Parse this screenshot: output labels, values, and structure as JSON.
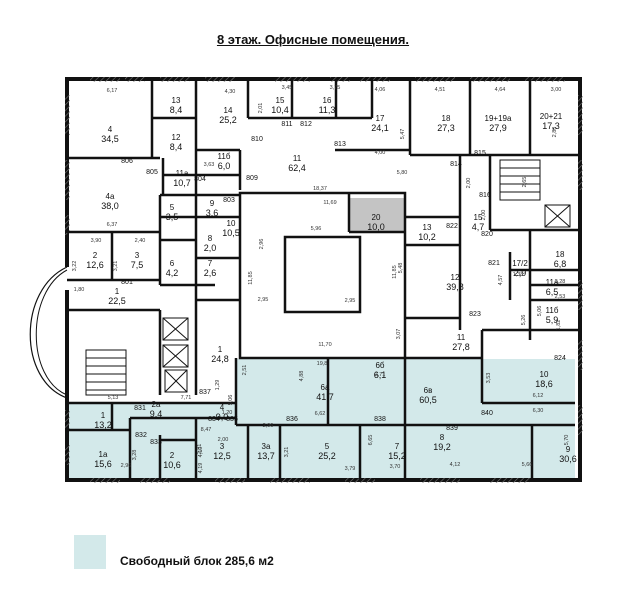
{
  "title": "8 этаж. Офисные помещения.",
  "colors": {
    "free": "#d3e9ea",
    "wall": "#111111",
    "hatch": "#888888",
    "grey": "#c4c4c4"
  },
  "legend": {
    "label": "Свободный блок 285,6 м2"
  },
  "rooms": [
    {
      "id": "r4",
      "num": "4",
      "area": "34,5"
    },
    {
      "id": "r13",
      "num": "13",
      "area": "8,4"
    },
    {
      "id": "r12",
      "num": "12",
      "area": "8,4"
    },
    {
      "id": "r14",
      "num": "14",
      "area": "25,2"
    },
    {
      "id": "r15",
      "num": "15",
      "area": "10,4"
    },
    {
      "id": "r16",
      "num": "16",
      "area": "11,3"
    },
    {
      "id": "r17",
      "num": "17",
      "area": "24,1"
    },
    {
      "id": "r18",
      "num": "18",
      "area": "27,3"
    },
    {
      "id": "r1919a",
      "num": "19+19а",
      "area": "27,9"
    },
    {
      "id": "r2021",
      "num": "20+21",
      "area": "17,3"
    },
    {
      "id": "r11a",
      "num": "11а",
      "area": "10,7"
    },
    {
      "id": "r11b",
      "num": "11б",
      "area": "6,0"
    },
    {
      "id": "r11",
      "num": "11",
      "area": "62,4"
    },
    {
      "id": "r4a",
      "num": "4а",
      "area": "38,0"
    },
    {
      "id": "r5",
      "num": "5",
      "area": "3,5"
    },
    {
      "id": "r9",
      "num": "9",
      "area": "3,6"
    },
    {
      "id": "r10",
      "num": "10",
      "area": "10,5"
    },
    {
      "id": "r20g",
      "num": "20",
      "area": "10,0"
    },
    {
      "id": "r13b",
      "num": "13",
      "area": "10,2"
    },
    {
      "id": "r15b",
      "num": "15",
      "area": "4,7"
    },
    {
      "id": "r2",
      "num": "2",
      "area": "12,6"
    },
    {
      "id": "r3",
      "num": "3",
      "area": "7,5"
    },
    {
      "id": "r6",
      "num": "6",
      "area": "4,2"
    },
    {
      "id": "r7",
      "num": "7",
      "area": "2,6"
    },
    {
      "id": "r8",
      "num": "8",
      "area": "2,0"
    },
    {
      "id": "r12b",
      "num": "12",
      "area": "39,8"
    },
    {
      "id": "r172",
      "num": "17/2",
      "area": "2,9"
    },
    {
      "id": "r18b",
      "num": "18",
      "area": "6,8"
    },
    {
      "id": "r11ab",
      "num": "11а",
      "area": "6,5"
    },
    {
      "id": "r11bb",
      "num": "11б",
      "area": "5,9"
    },
    {
      "id": "r1",
      "num": "1",
      "area": "22,5"
    },
    {
      "id": "r1b",
      "num": "1",
      "area": "24,8"
    },
    {
      "id": "r11c",
      "num": "11",
      "area": "27,8"
    },
    {
      "id": "r10b",
      "num": "10",
      "area": "18,6"
    },
    {
      "id": "r6b",
      "num": "6б",
      "area": "6,1"
    },
    {
      "id": "r6a",
      "num": "6а",
      "area": "41,7"
    },
    {
      "id": "r6v",
      "num": "6в",
      "area": "60,5"
    },
    {
      "id": "r1f",
      "num": "1",
      "area": "13,2"
    },
    {
      "id": "r2a",
      "num": "2а",
      "area": "9,4"
    },
    {
      "id": "r4f",
      "num": "4",
      "area": "9,0"
    },
    {
      "id": "r1a",
      "num": "1а",
      "area": "15,6"
    },
    {
      "id": "r2f",
      "num": "2",
      "area": "10,6"
    },
    {
      "id": "r3f",
      "num": "3",
      "area": "12,5"
    },
    {
      "id": "r3a",
      "num": "3а",
      "area": "13,7"
    },
    {
      "id": "r5f",
      "num": "5",
      "area": "25,2"
    },
    {
      "id": "r7f",
      "num": "7",
      "area": "15,2"
    },
    {
      "id": "r8f",
      "num": "8",
      "area": "19,2"
    },
    {
      "id": "r9f",
      "num": "9",
      "area": "30,6"
    }
  ],
  "door_labels": [
    "806",
    "805",
    "804",
    "803",
    "801",
    "809",
    "810",
    "811",
    "812",
    "813",
    "814",
    "815",
    "816",
    "820",
    "821",
    "822",
    "823",
    "824",
    "831",
    "832",
    "833",
    "834",
    "835",
    "836",
    "837",
    "838",
    "839",
    "840"
  ],
  "dimensions": [
    "6,17",
    "4,30",
    "3,45",
    "3,75",
    "4,06",
    "4,51",
    "4,64",
    "3,00",
    "5,47",
    "2,01",
    "4,00",
    "5,80",
    "2,88",
    "2,65",
    "3,63",
    "18,37",
    "11,69",
    "2,00",
    "2,00",
    "3,90",
    "2,40",
    "6,37",
    "3,22",
    "3,21",
    "1,80",
    "2,96",
    "5,96",
    "2,95",
    "2,95",
    "11,85",
    "11,85",
    "5,48",
    "3,07",
    "5,26",
    "11,70",
    "1,38",
    "4,57",
    "2,28",
    "2,53",
    "5,06",
    "1,82",
    "5,13",
    "7,71",
    "2,51",
    "4,88",
    "6,62",
    "2,71",
    "19,8",
    "3,53",
    "6,12",
    "6,30",
    "3,28",
    "2,96",
    "4,10",
    "4,19",
    "2,96",
    "3,21",
    "3,79",
    "6,65",
    "3,70",
    "4,12",
    "5,66",
    "5,70",
    "5,06",
    "1,29",
    "1,20",
    "8,47",
    "2,00",
    "2,81",
    "0,97"
  ]
}
